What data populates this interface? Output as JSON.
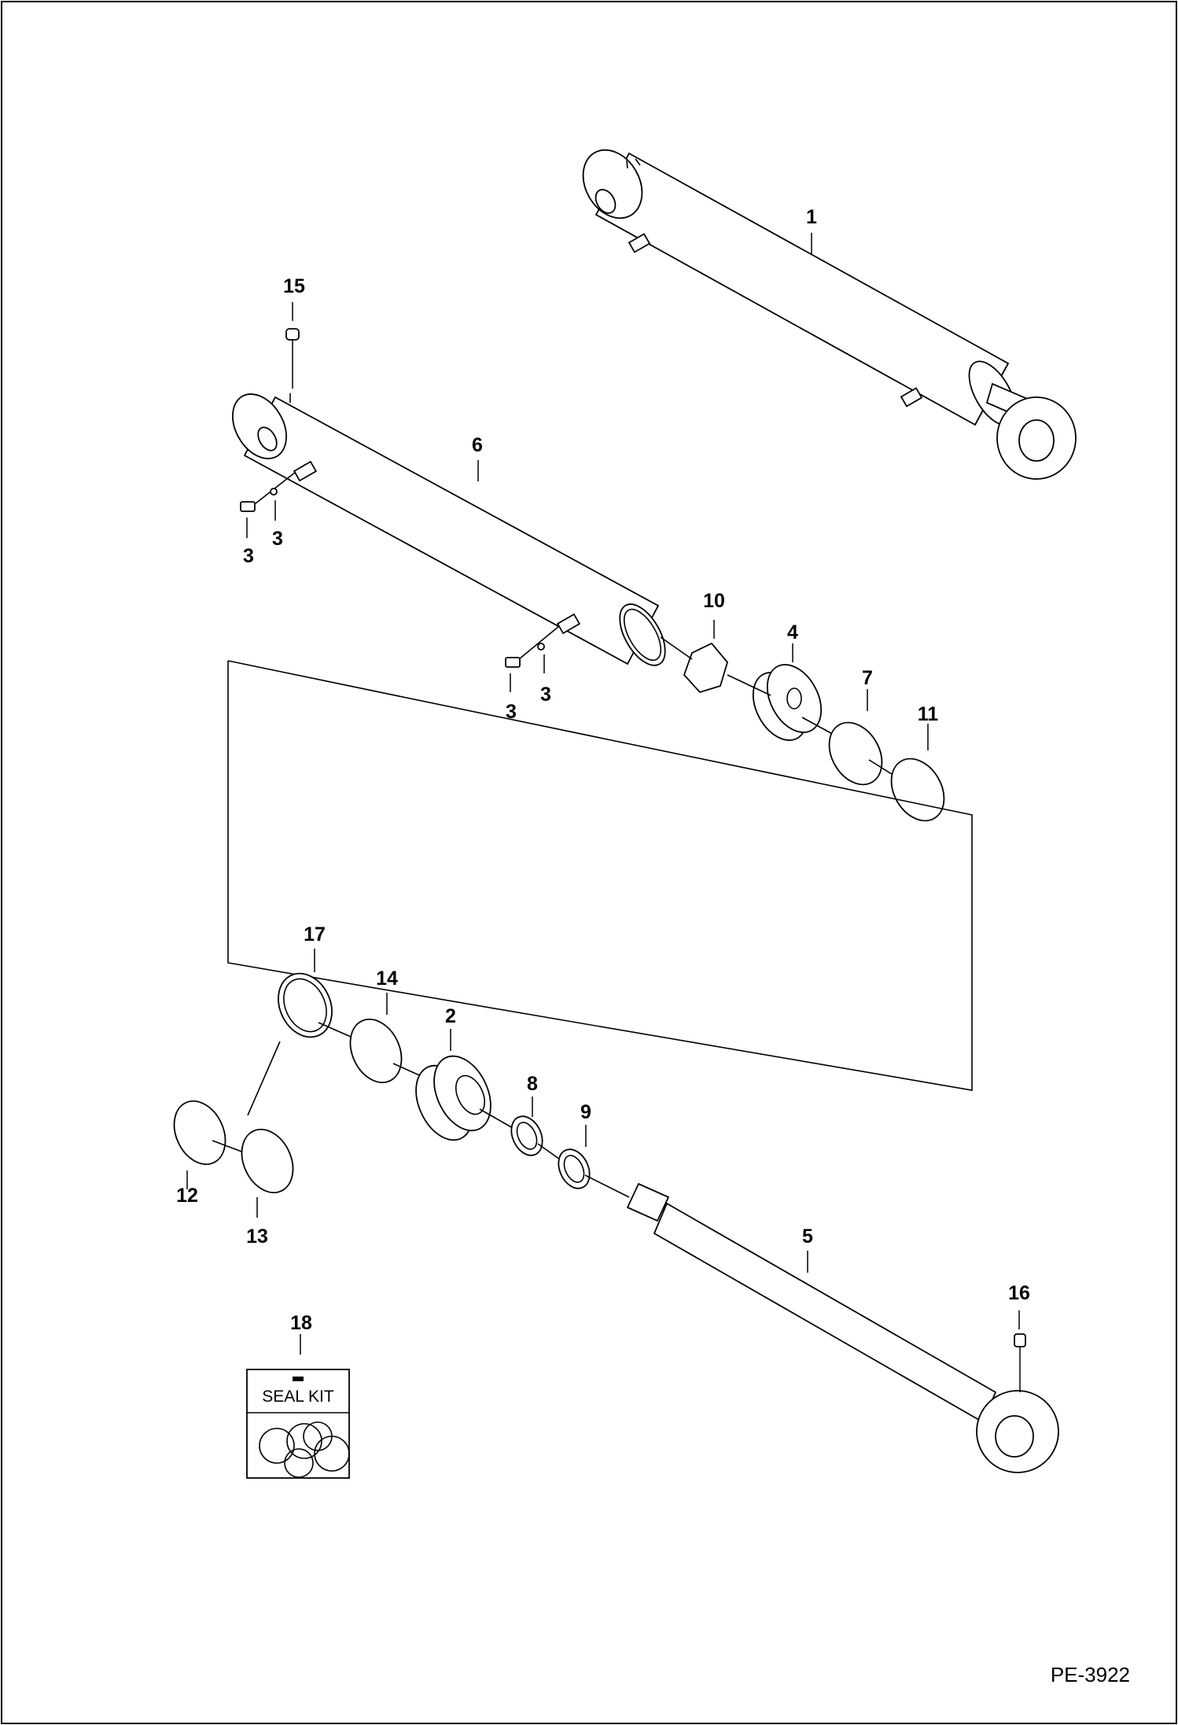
{
  "diagram": {
    "drawing_code": "PE-3922",
    "seal_kit_label": "SEAL KIT",
    "callouts": {
      "c1": "1",
      "c2": "2",
      "c3a": "3",
      "c3b": "3",
      "c3c": "3",
      "c3d": "3",
      "c4": "4",
      "c5": "5",
      "c6": "6",
      "c7": "7",
      "c8": "8",
      "c9": "9",
      "c10": "10",
      "c11": "11",
      "c12": "12",
      "c13": "13",
      "c14": "14",
      "c15": "15",
      "c16": "16",
      "c17": "17",
      "c18": "18"
    }
  }
}
